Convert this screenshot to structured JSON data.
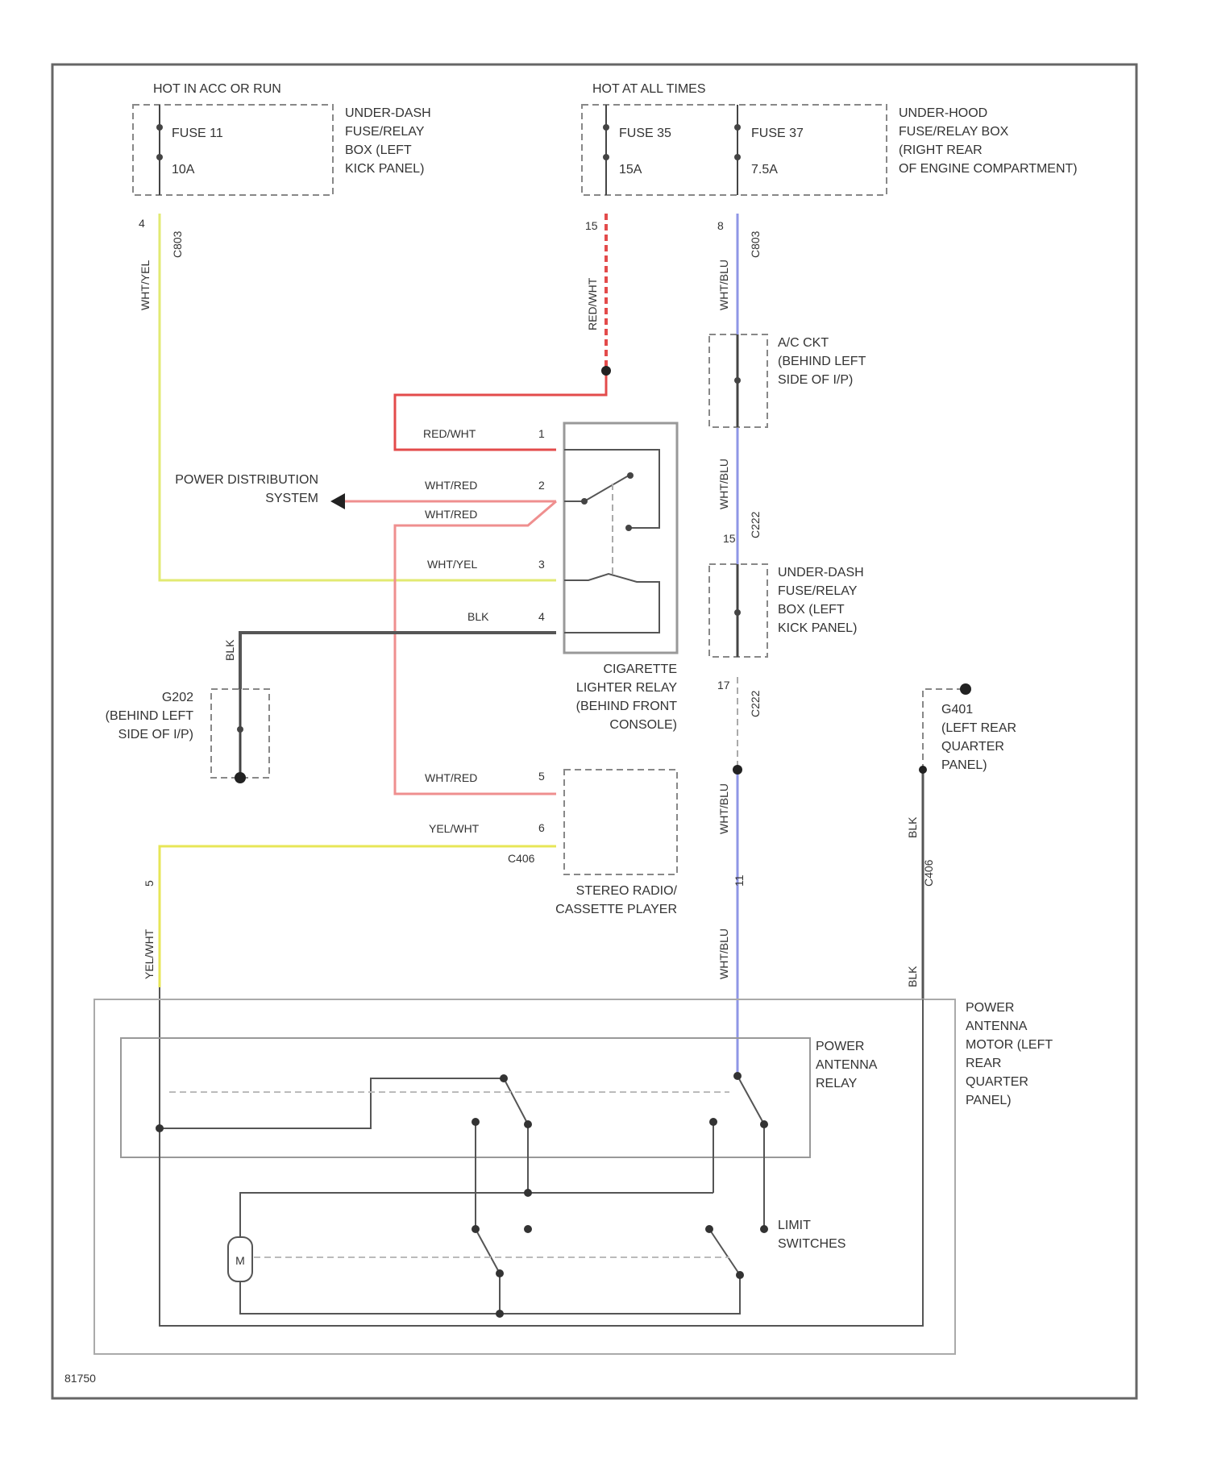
{
  "diagram": {
    "figure_id": "81750",
    "colors": {
      "wht_yel": "#e2ea72",
      "red_wht": "#e34b4b",
      "wht_red": "#ef8f8f",
      "wht_blu": "#8f96e6",
      "blk": "#555555",
      "yel_wht": "#e7e657",
      "outline": "#666666",
      "component": "#999999"
    },
    "power_headers": {
      "hot_ign": "HOT IN ACC OR RUN",
      "hot_all": "HOT AT ALL TIMES"
    },
    "fuses": {
      "f11": {
        "name": "FUSE 11",
        "rating": "10A"
      },
      "f35": {
        "name": "FUSE 35",
        "rating": "15A"
      },
      "f37": {
        "name": "FUSE 37",
        "rating": "7.5A"
      }
    },
    "fuse_box_left": [
      "UNDER-DASH",
      "FUSE/RELAY",
      "BOX (LEFT",
      "KICK PANEL)"
    ],
    "fuse_box_right": [
      "UNDER-HOOD",
      "FUSE/RELAY BOX",
      "(RIGHT REAR",
      "OF ENGINE COMPARTMENT)"
    ],
    "ac_ckt": [
      "A/C CKT",
      "(BEHIND LEFT",
      "SIDE OF I/P)"
    ],
    "fuse_box_left_2": [
      "UNDER-DASH",
      "FUSE/RELAY",
      "BOX (LEFT",
      "KICK PANEL)"
    ],
    "g202": [
      "G202",
      "(BEHIND LEFT",
      "SIDE OF I/P)"
    ],
    "g401": [
      "G401",
      "(LEFT REAR",
      "QUARTER",
      "PANEL)"
    ],
    "lighter_relay": [
      "CIGARETTE",
      "LIGHTER RELAY",
      "(BEHIND FRONT",
      "CONSOLE)"
    ],
    "radio": [
      "STEREO RADIO/",
      "CASSETTE PLAYER"
    ],
    "power_dist": [
      "POWER DISTRIBUTION",
      "SYSTEM"
    ],
    "antenna_motor": [
      "POWER",
      "ANTENNA",
      "MOTOR (LEFT",
      "REAR",
      "QUARTER",
      "PANEL)"
    ],
    "antenna_relay": [
      "POWER",
      "ANTENNA",
      "RELAY"
    ],
    "limit_switches": [
      "LIMIT",
      "SWITCHES"
    ],
    "motor_label": "M",
    "wires": {
      "wht_yel": "WHT/YEL",
      "red_wht": "RED/WHT",
      "wht_red": "WHT/RED",
      "wht_blu": "WHT/BLU",
      "blk": "BLK",
      "yel_wht": "YEL/WHT"
    },
    "connectors": {
      "c803": "C803",
      "c222": "C222",
      "c406": "C406"
    },
    "pins": {
      "p4": "4",
      "p15": "15",
      "p8": "8",
      "p1": "1",
      "p2": "2",
      "p3": "3",
      "p4b": "4",
      "p5": "5",
      "p6": "6",
      "p15b": "15",
      "p17": "17",
      "p11": "11",
      "p5b": "5"
    }
  }
}
